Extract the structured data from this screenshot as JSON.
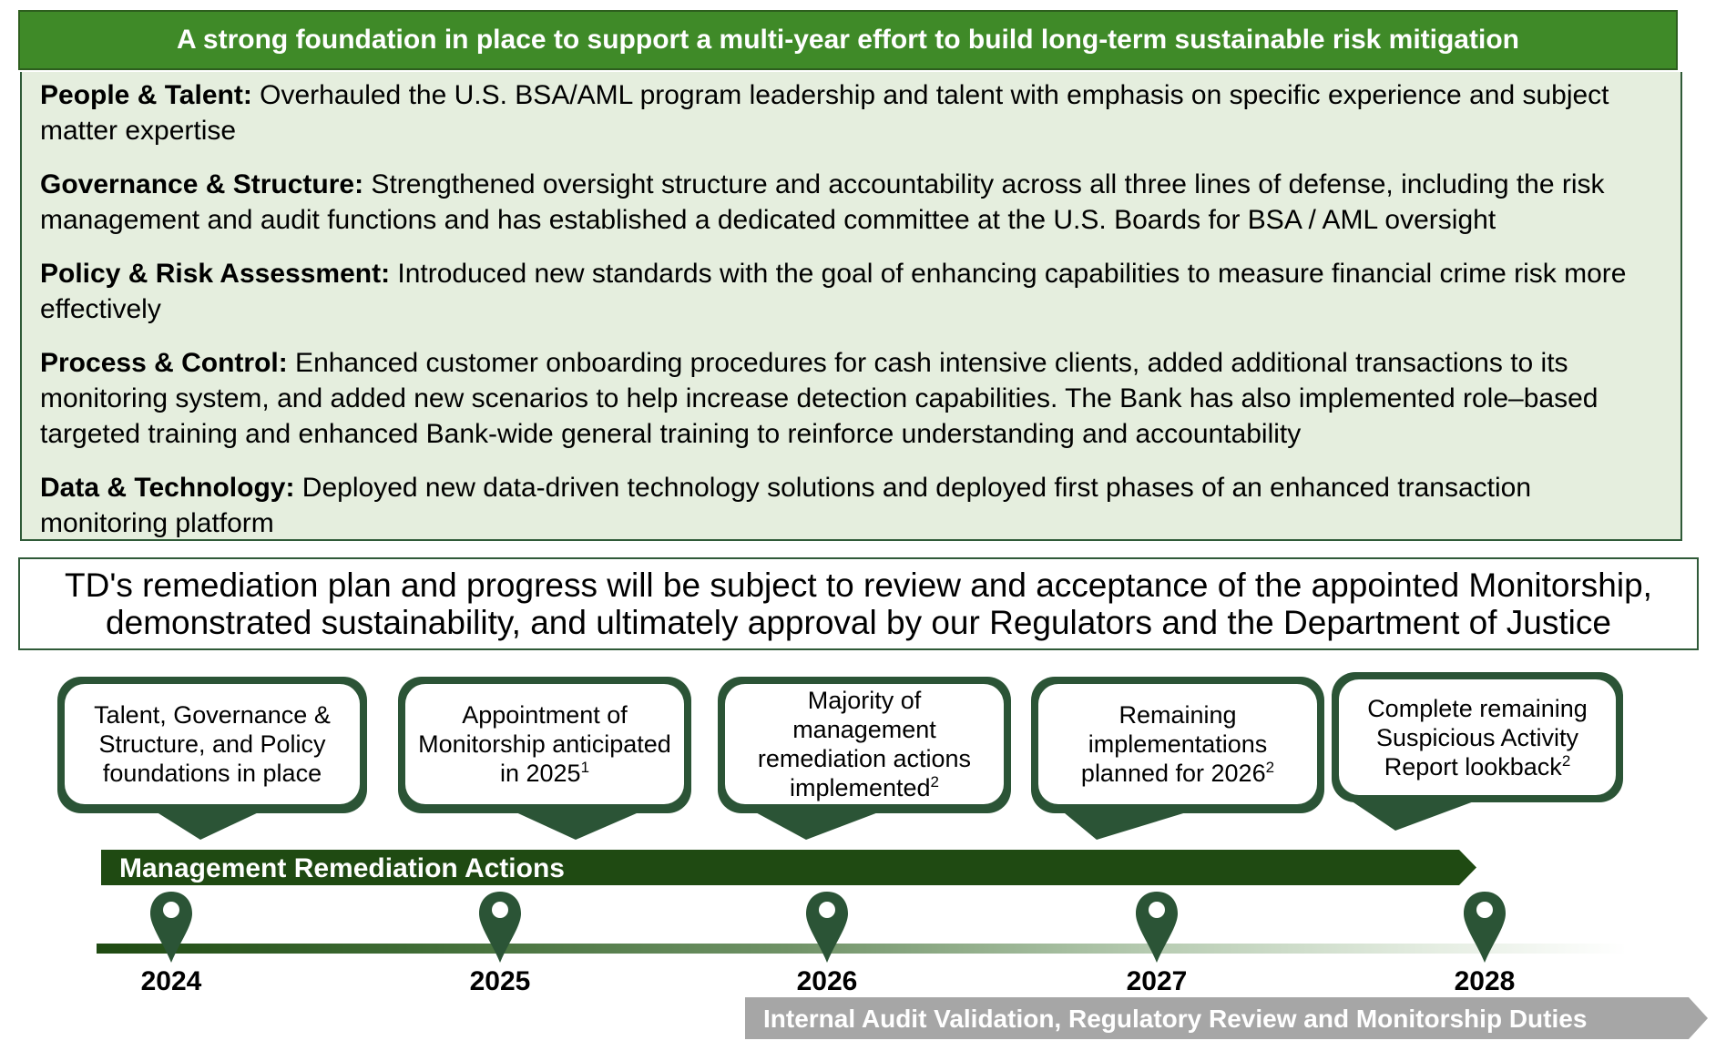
{
  "foundation": {
    "header": "A strong foundation in place to support a multi-year effort to build long-term sustainable risk mitigation",
    "pillars": [
      {
        "label": "People & Talent:",
        "text": " Overhauled the U.S. BSA/AML program leadership and talent with emphasis on specific experience and subject matter expertise"
      },
      {
        "label": "Governance & Structure:",
        "text": " Strengthened oversight structure and accountability across all three lines of defense, including the risk management and audit functions and has established a dedicated committee at the U.S. Boards for BSA / AML oversight"
      },
      {
        "label": "Policy & Risk Assessment:",
        "text": " Introduced new standards with the goal of enhancing capabilities to measure financial crime risk more effectively"
      },
      {
        "label": "Process & Control:",
        "text": " Enhanced customer onboarding procedures for cash intensive clients, added additional transactions to its monitoring system, and added new scenarios to help increase detection capabilities. The Bank has also implemented role–based targeted training and enhanced Bank-wide general training to reinforce understanding and accountability"
      },
      {
        "label": "Data & Technology:",
        "text": " Deployed new data-driven technology solutions and deployed first phases of an enhanced transaction monitoring platform"
      }
    ]
  },
  "notice": {
    "line1": "TD's remediation plan and progress will be subject to review and acceptance of the appointed Monitorship,",
    "line2": "demonstrated sustainability, and ultimately approval by our Regulators and the Department of Justice"
  },
  "milestones": [
    {
      "text": "Talent, Governance & Structure, and Policy foundations in place",
      "footnote": ""
    },
    {
      "text": "Appointment of Monitorship anticipated in 2025",
      "footnote": "1"
    },
    {
      "text": "Majority of management remediation actions implemented",
      "footnote": "2"
    },
    {
      "text": "Remaining implementations planned for 2026",
      "footnote": "2"
    },
    {
      "text": "Complete remaining Suspicious Activity Report lookback",
      "footnote": "2"
    }
  ],
  "timeline": {
    "management_banner": "Management Remediation Actions",
    "years": [
      "2024",
      "2025",
      "2026",
      "2027",
      "2028"
    ],
    "audit_banner": "Internal Audit Validation, Regulatory Review and Monitorship Duties"
  },
  "colors": {
    "header_green": "#3f8a28",
    "body_bg": "#e5eede",
    "dark_green": "#2b5436",
    "banner_green": "#1f4a12",
    "audit_gray": "#a6a6a6"
  }
}
